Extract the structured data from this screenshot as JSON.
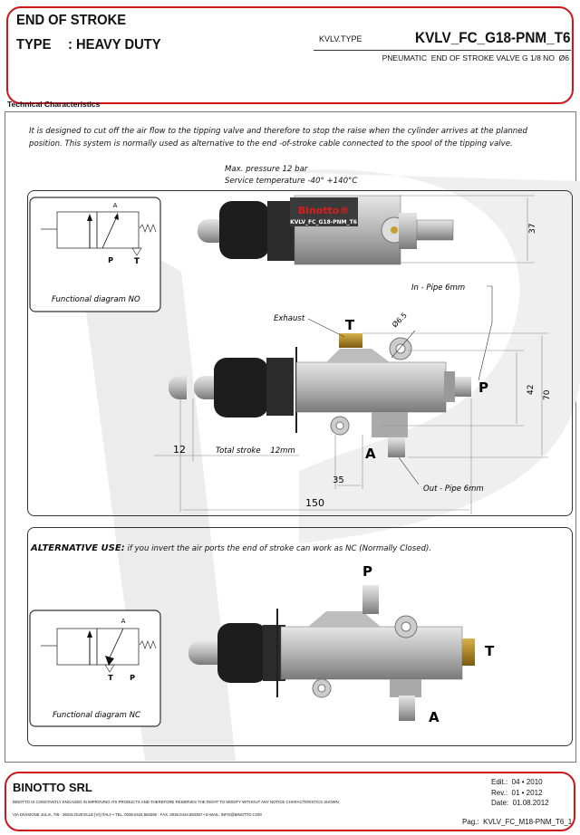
{
  "header": {
    "title": "END OF STROKE",
    "type_label": "TYPE",
    "type_value": ": HEAVY DUTY",
    "code_label": "KVLV.TYPE",
    "code": "KVLV_FC_G18-PNM_T6",
    "subtitle": "PNEUMATIC  END OF STROKE VALVE G 1/8 NO  Ø6"
  },
  "section_title": "Technical Characteristics",
  "description": "It is designed to cut off the air flow to the tipping valve and therefore to stop the raise when the cylinder arrives at the planned position. This system is normally used as alternative to the end -of-stroke cable connected to the spool of the tipping valve.",
  "specs": {
    "pressure": "Max. pressure 12 bar",
    "temperature": "Service temperature -40° +140°C"
  },
  "drawing_no": {
    "diagram_caption": "Functional diagram NO",
    "port_a": "A",
    "port_p": "P",
    "port_t": "T",
    "brand": "Binotto®",
    "valve_label": "KVLV_FC_G18-PNM_T6",
    "exhaust": "Exhaust",
    "in_pipe": "In - Pipe 6mm",
    "out_pipe": "Out - Pipe 6mm",
    "diameter": "Ø6.5",
    "dim_37": "37",
    "dim_42": "42",
    "dim_70": "70",
    "dim_12": "12",
    "total_stroke": "Total stroke    12mm",
    "dim_35": "35",
    "dim_150": "150"
  },
  "drawing_nc": {
    "alt_bold": "ALTERNATIVE USE:",
    "alt_text": " if you invert the air ports the end of stroke can work as NC (Normally Closed).",
    "diagram_caption": "Functional diagram NC",
    "port_a": "A",
    "port_p": "P",
    "port_t": "T"
  },
  "footer": {
    "company": "BINOTTO SRL",
    "disclaimer": "BINOTTO IS CONSTANTLY ENGAGED IN IMPROVING ITS PRODUCTS AND THEREFORE RESERVES THE RIGHT TO MODIFY WITHOUT ANY NOTICE CHARACTERISTICS SHOWN",
    "address": "VIA DIVISIONE JULIA, 7/B - 36031 DUEVILLE [VI] ITALY • TEL. 0039.0444.593290 - FAX. 0039.0444.593357 • E-MAIL: INFO@BINOTTO.COM",
    "edit": "Edit.:  04 • 2010",
    "rev": "Rev.:  01 • 2012",
    "date": "Date:  01.08.2012",
    "page": "Pag.:  KVLV_FC_M18-PNM_T6_1"
  }
}
